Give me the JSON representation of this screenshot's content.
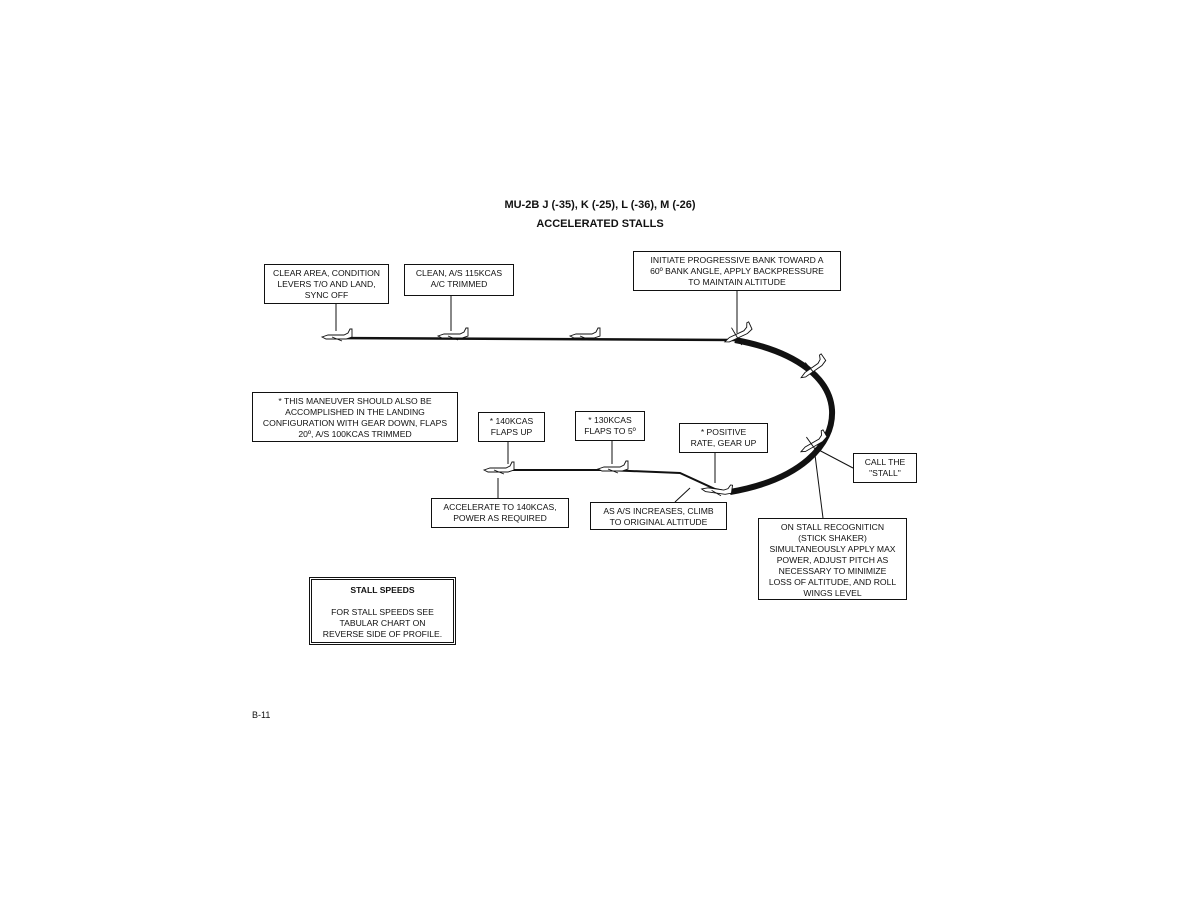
{
  "header": {
    "title": "MU-2B J (-35), K (-25), L (-36), M (-26)",
    "subtitle": "ACCELERATED STALLS"
  },
  "boxes": {
    "clear_area": [
      "CLEAR AREA, CONDITION",
      "LEVERS T/O AND LAND,",
      "SYNC OFF"
    ],
    "clean": [
      "CLEAN, A/S 115KCAS",
      "A/C TRIMMED"
    ],
    "initiate_bank": [
      "INITIATE PROGRESSIVE  BANK TOWARD A",
      "60º BANK ANGLE, APPLY BACKPRESSURE",
      "TO MAINTAIN ALTITUDE"
    ],
    "note_landing": [
      "* THIS MANEUVER SHOULD ALSO BE",
      "ACCOMPLISHED IN THE LANDING",
      "CONFIGURATION WITH GEAR DOWN, FLAPS",
      "20º, A/S 100KCAS TRIMMED"
    ],
    "kcas_140": [
      "*  140KCAS",
      "FLAPS UP"
    ],
    "kcas_130": [
      "* 130KCAS",
      "FLAPS TO 5º"
    ],
    "positive_rate": [
      "* POSITIVE",
      "RATE, GEAR UP"
    ],
    "call_stall": [
      "CALL THE",
      "\"STALL\""
    ],
    "accelerate": [
      "ACCELERATE TO 140KCAS,",
      "POWER AS REQUIRED"
    ],
    "climb": [
      "AS A/S INCREASES, CLIMB",
      "TO ORIGINAL ALTITUDE"
    ],
    "stall_recognition": [
      "ON STALL RECOGNITICN",
      "(STICK SHAKER)",
      "SIMULTANEOUSLY APPLY MAX",
      "POWER, ADJUST PITCH AS",
      "NECESSARY TO MINIMIZE",
      "LOSS OF ALTITUDE, AND ROLL",
      "WINGS LEVEL"
    ]
  },
  "stall_speeds": {
    "heading": "STALL SPEEDS",
    "body": "FOR STALL SPEEDS SEE TABULAR  CHART ON REVERSE SIDE OF PROFILE."
  },
  "footer": {
    "page_number": "B-11"
  },
  "colors": {
    "ink": "#111111",
    "background": "#ffffff"
  }
}
